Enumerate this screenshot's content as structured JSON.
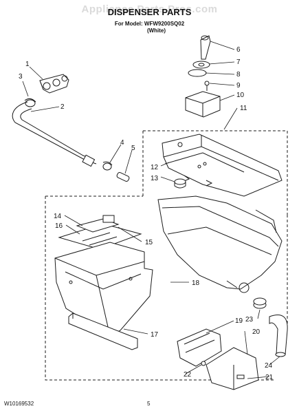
{
  "watermark": "Appliance Parts Pros.com",
  "header": {
    "title": "DISPENSER PARTS",
    "model_line": "For Model: WFW9200SQ02",
    "color_line": "(White)"
  },
  "callouts": [
    "1",
    "2",
    "3",
    "4",
    "5",
    "6",
    "7",
    "8",
    "9",
    "10",
    "11",
    "12",
    "13",
    "14",
    "15",
    "16",
    "17",
    "18",
    "19",
    "20",
    "21",
    "22",
    "23",
    "24"
  ],
  "footer": {
    "doc_number": "W10169532",
    "page_number": "5"
  }
}
